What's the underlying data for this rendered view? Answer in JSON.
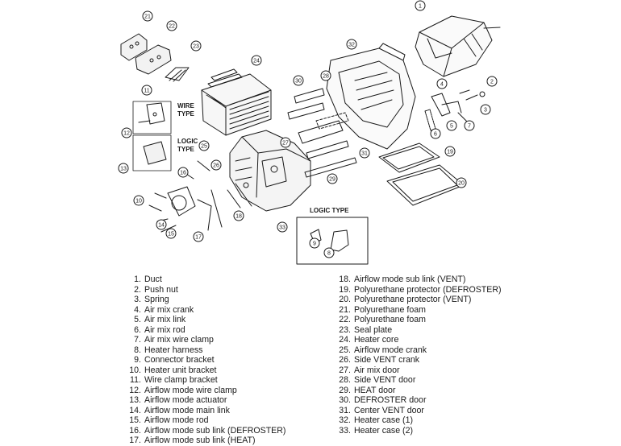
{
  "diagram": {
    "labels": {
      "wire_type": "WIRE\nTYPE",
      "logic_type_left": "LOGIC\nTYPE",
      "logic_type_box": "LOGIC TYPE"
    },
    "callouts": [
      "1",
      "2",
      "3",
      "4",
      "5",
      "6",
      "7",
      "8",
      "9",
      "10",
      "11",
      "12",
      "13",
      "14",
      "15",
      "16",
      "17",
      "18",
      "19",
      "20",
      "21",
      "22",
      "23",
      "24",
      "25",
      "26",
      "27",
      "28",
      "29",
      "30",
      "31",
      "32",
      "33"
    ]
  },
  "legend": {
    "left": [
      {
        "num": "1",
        "text": "Duct"
      },
      {
        "num": "2",
        "text": "Push nut"
      },
      {
        "num": "3",
        "text": "Spring"
      },
      {
        "num": "4",
        "text": "Air mix crank"
      },
      {
        "num": "5",
        "text": "Air mix link"
      },
      {
        "num": "6",
        "text": "Air mix rod"
      },
      {
        "num": "7",
        "text": "Air mix wire clamp"
      },
      {
        "num": "8",
        "text": "Heater harness"
      },
      {
        "num": "9",
        "text": "Connector bracket"
      },
      {
        "num": "10",
        "text": "Heater unit bracket"
      },
      {
        "num": "11",
        "text": "Wire clamp bracket"
      },
      {
        "num": "12",
        "text": "Airflow mode wire clamp"
      },
      {
        "num": "13",
        "text": "Airflow mode actuator"
      },
      {
        "num": "14",
        "text": "Airflow mode main link"
      },
      {
        "num": "15",
        "text": "Airflow mode rod"
      },
      {
        "num": "16",
        "text": "Airflow mode sub link (DEFROSTER)"
      },
      {
        "num": "17",
        "text": "Airflow mode sub link (HEAT)"
      }
    ],
    "right": [
      {
        "num": "18",
        "text": "Airflow mode sub link (VENT)"
      },
      {
        "num": "19",
        "text": "Polyurethane protector (DEFROSTER)"
      },
      {
        "num": "20",
        "text": "Polyurethane protector (VENT)"
      },
      {
        "num": "21",
        "text": "Polyurethane foam"
      },
      {
        "num": "22",
        "text": "Polyurethane foam"
      },
      {
        "num": "23",
        "text": "Seal plate"
      },
      {
        "num": "24",
        "text": "Heater core"
      },
      {
        "num": "25",
        "text": "Airflow mode crank"
      },
      {
        "num": "26",
        "text": "Side VENT crank"
      },
      {
        "num": "27",
        "text": "Air mix door"
      },
      {
        "num": "28",
        "text": "Side VENT door"
      },
      {
        "num": "29",
        "text": "HEAT door"
      },
      {
        "num": "30",
        "text": "DEFROSTER door"
      },
      {
        "num": "31",
        "text": "Center VENT door"
      },
      {
        "num": "32",
        "text": "Heater case (1)"
      },
      {
        "num": "33",
        "text": "Heater case (2)"
      }
    ]
  }
}
